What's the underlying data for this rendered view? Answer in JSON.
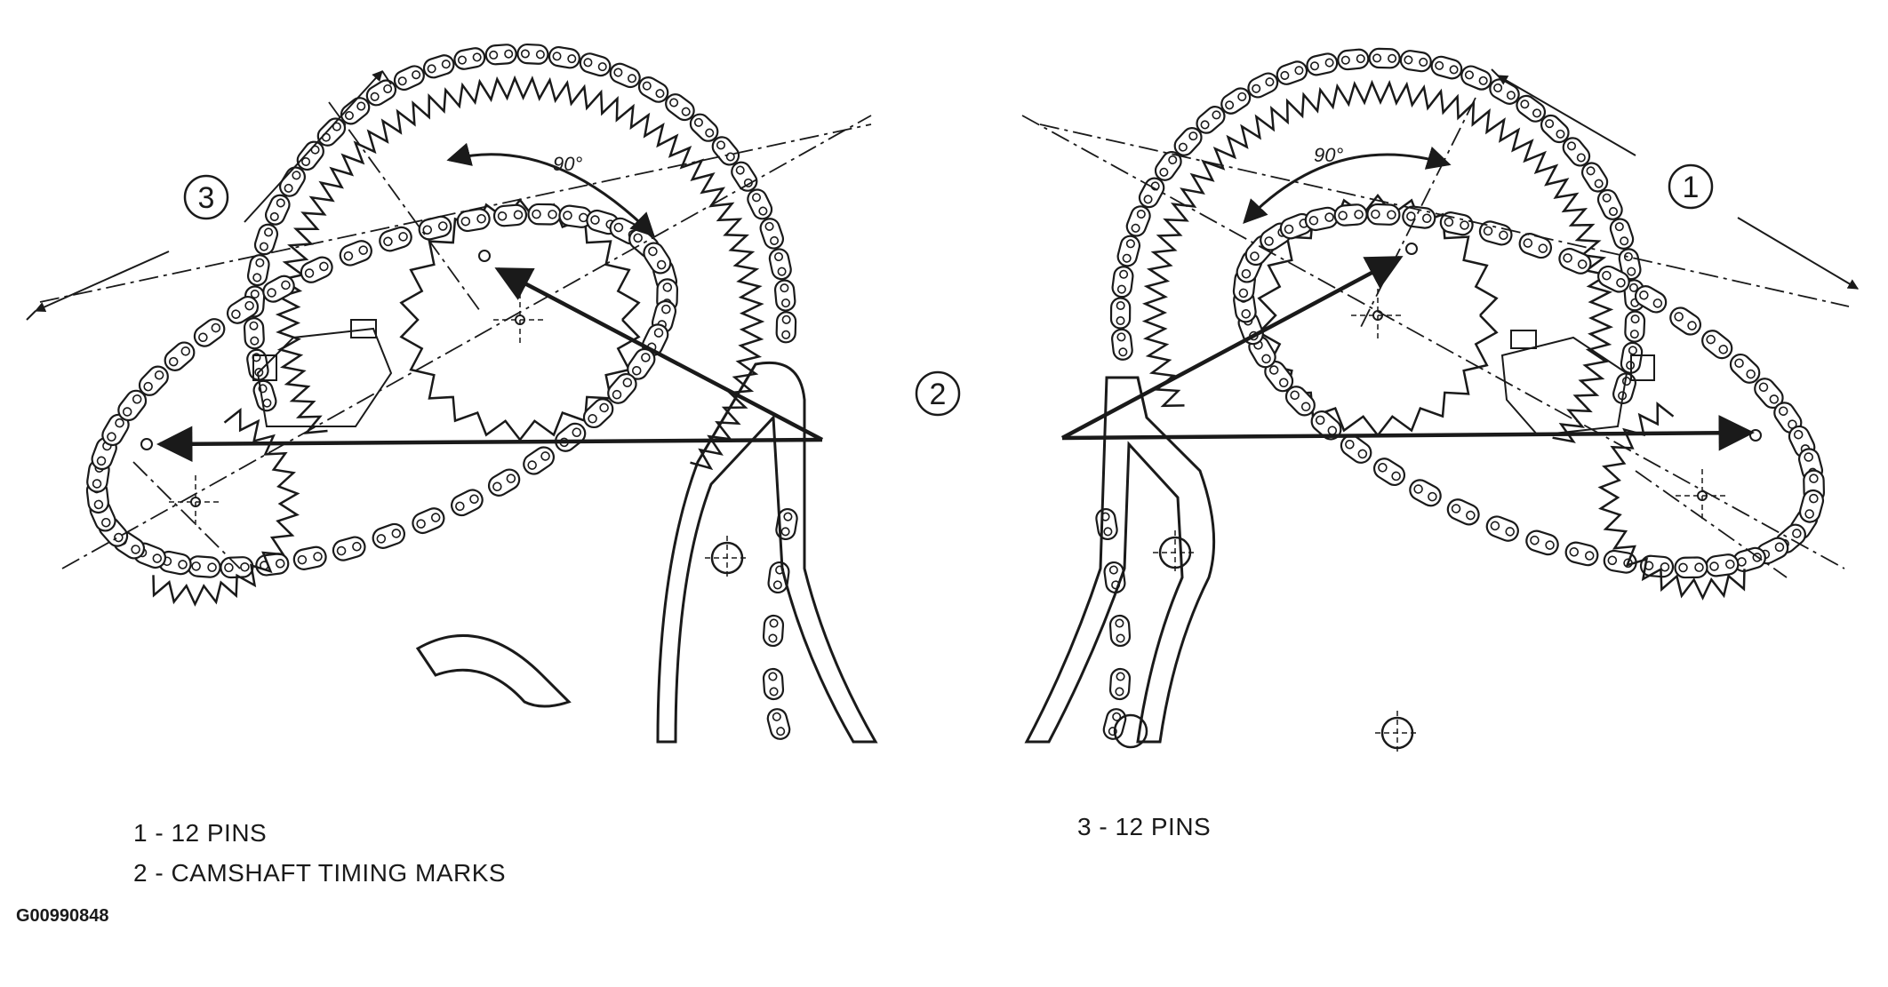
{
  "diagram": {
    "callouts": [
      {
        "id": "3",
        "label": "3"
      },
      {
        "id": "2",
        "label": "2"
      },
      {
        "id": "1",
        "label": "1"
      }
    ],
    "angle_labels": [
      "90°",
      "90°"
    ]
  },
  "legend": {
    "items": [
      {
        "text": "1 - 12 PINS"
      },
      {
        "text": "2 - CAMSHAFT TIMING MARKS"
      },
      {
        "text": "3 - 12 PINS"
      }
    ]
  },
  "figure_id": "G00990848",
  "colors": {
    "ink": "#1a1a1a",
    "background": "#ffffff"
  }
}
